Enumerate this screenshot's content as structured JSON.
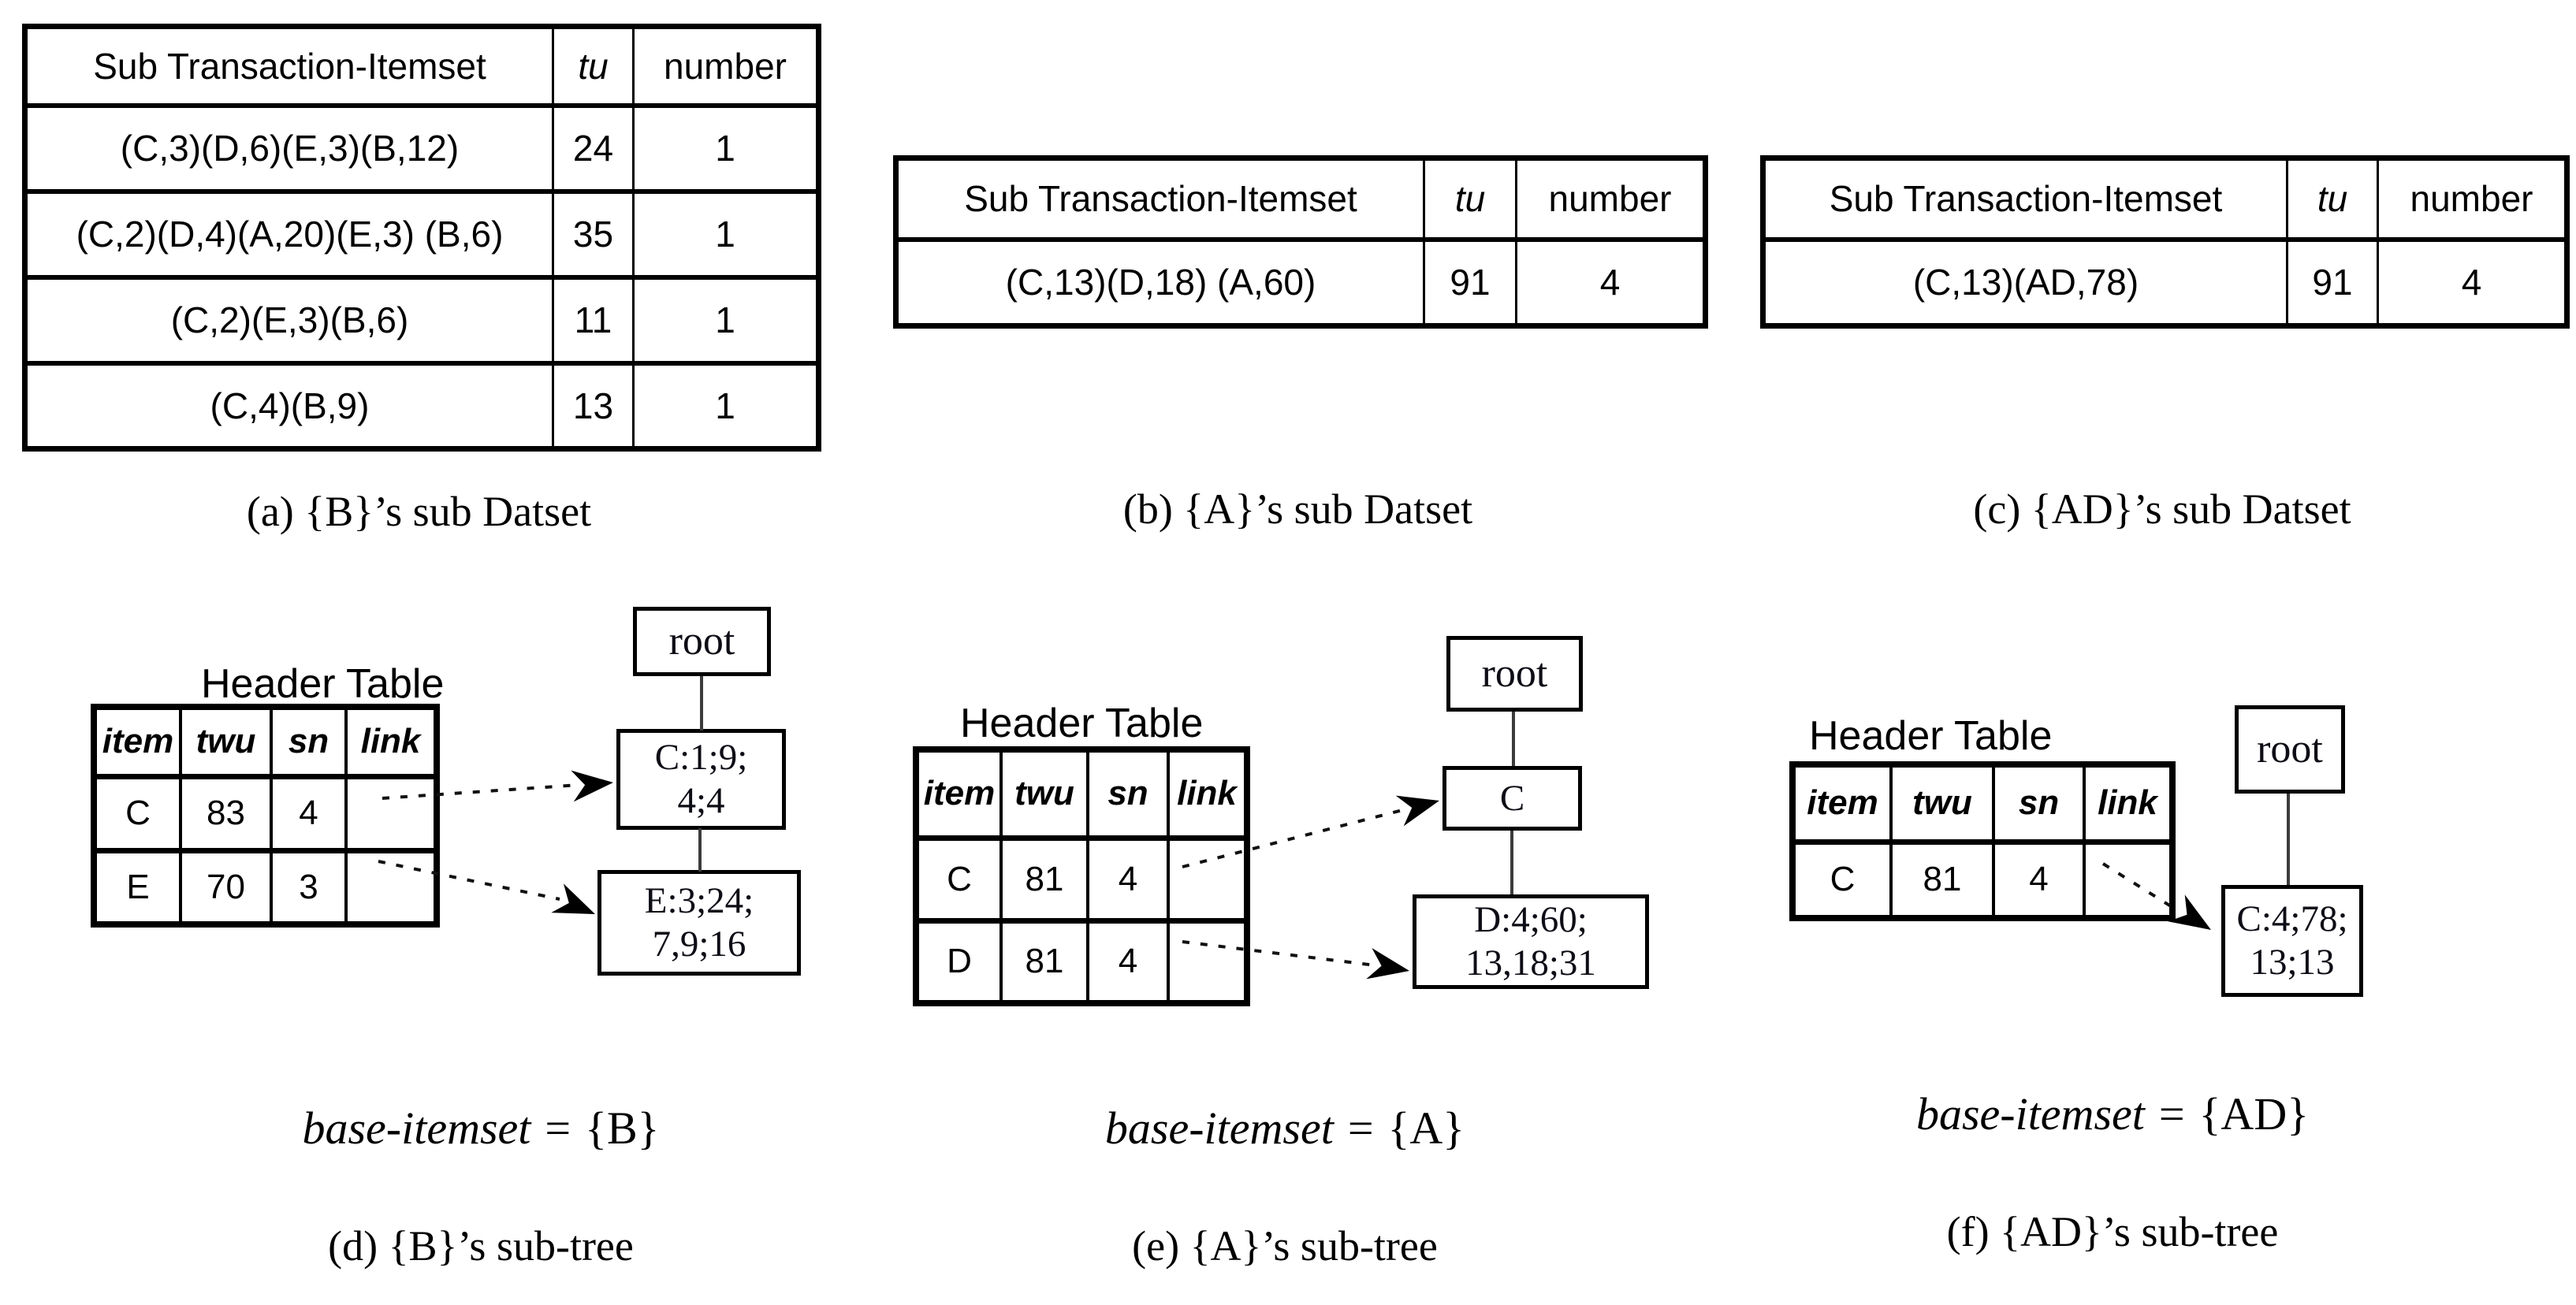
{
  "panels": {
    "a": {
      "table": {
        "headers": [
          "Sub Transaction-Itemset",
          "tu",
          "number"
        ],
        "rows": [
          [
            "(C,3)(D,6)(E,3)(B,12)",
            "24",
            "1"
          ],
          [
            "(C,2)(D,4)(A,20)(E,3) (B,6)",
            "35",
            "1"
          ],
          [
            "(C,2)(E,3)(B,6)",
            "11",
            "1"
          ],
          [
            "(C,4)(B,9)",
            "13",
            "1"
          ]
        ]
      },
      "caption": "(a) {B}’s sub Datset"
    },
    "b": {
      "table": {
        "headers": [
          "Sub Transaction-Itemset",
          "tu",
          "number"
        ],
        "rows": [
          [
            "(C,13)(D,18) (A,60)",
            "91",
            "4"
          ]
        ]
      },
      "caption": "(b) {A}’s sub Datset"
    },
    "c": {
      "table": {
        "headers": [
          "Sub Transaction-Itemset",
          "tu",
          "number"
        ],
        "rows": [
          [
            "(C,13)(AD,78)",
            "91",
            "4"
          ]
        ]
      },
      "caption": "(c) {AD}’s sub Datset"
    },
    "d": {
      "title": "Header Table",
      "table": {
        "headers": [
          "item",
          "twu",
          "sn",
          "link"
        ],
        "rows": [
          [
            "C",
            "83",
            "4",
            ""
          ],
          [
            "E",
            "70",
            "3",
            ""
          ]
        ]
      },
      "tree": {
        "root": "root",
        "node1": [
          "C:1;9;",
          "4;4"
        ],
        "node2": [
          "E:3;24;",
          "7,9;16"
        ]
      },
      "base_label": "base-itemset",
      "base_eq": "=",
      "base_value": "{B}",
      "caption": "(d) {B}’s sub-tree"
    },
    "e": {
      "title": "Header Table",
      "table": {
        "headers": [
          "item",
          "twu",
          "sn",
          "link"
        ],
        "rows": [
          [
            "C",
            "81",
            "4",
            ""
          ],
          [
            "D",
            "81",
            "4",
            ""
          ]
        ]
      },
      "tree": {
        "root": "root",
        "node1": [
          "C"
        ],
        "node2": [
          "D:4;60;",
          "13,18;31"
        ]
      },
      "base_label": "base-itemset",
      "base_eq": "=",
      "base_value": "{A}",
      "caption": "(e) {A}’s sub-tree"
    },
    "f": {
      "title": "Header Table",
      "table": {
        "headers": [
          "item",
          "twu",
          "sn",
          "link"
        ],
        "rows": [
          [
            "C",
            "81",
            "4",
            ""
          ]
        ]
      },
      "tree": {
        "root": "root",
        "node1": [
          "C:4;78;",
          "13;13"
        ]
      },
      "base_label": "base-itemset",
      "base_eq": "=",
      "base_value": "{AD}",
      "caption": "(f) {AD}’s sub-tree"
    }
  }
}
